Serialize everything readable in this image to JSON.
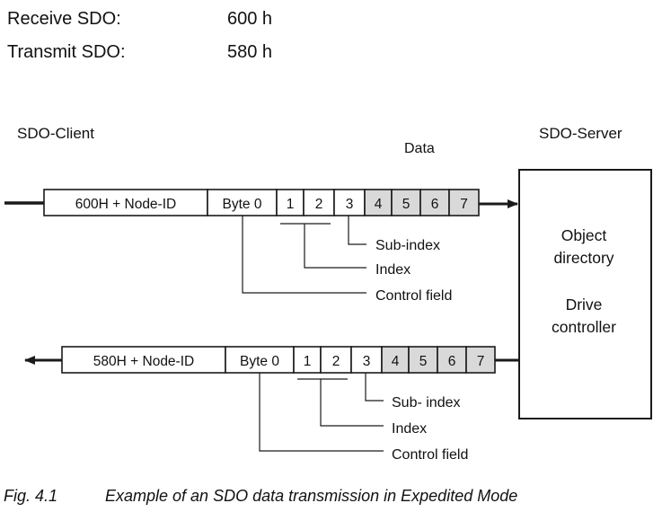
{
  "header": {
    "receive_label": "Receive SDO:",
    "receive_value": "600 h",
    "transmit_label": "Transmit SDO:",
    "transmit_value": "580 h"
  },
  "diagram": {
    "client_label": "SDO-Client",
    "server_label": "SDO-Server",
    "data_label": "Data",
    "server_box": {
      "line1": "Object",
      "line2": "directory",
      "line3": "Drive",
      "line4": "controller"
    },
    "receive_frame": {
      "id_field": "600H + Node-ID",
      "byte0": "Byte 0",
      "bytes": [
        "1",
        "2",
        "3",
        "4",
        "5",
        "6",
        "7"
      ]
    },
    "transmit_frame": {
      "id_field": "580H + Node-ID",
      "byte0": "Byte 0",
      "bytes": [
        "1",
        "2",
        "3",
        "4",
        "5",
        "6",
        "7"
      ]
    },
    "receive_annotations": {
      "subindex": "Sub-index",
      "index": "Index",
      "control": "Control field"
    },
    "transmit_annotations": {
      "subindex": "Sub- index",
      "index": "Index",
      "control": "Control field"
    },
    "colors": {
      "line": "#1a1a1a",
      "data_fill": "#d9d9d9",
      "cell_fill": "#ffffff"
    }
  },
  "caption": {
    "figure": "Fig. 4.1",
    "text": "Example of an SDO data transmission in Expedited Mode"
  }
}
